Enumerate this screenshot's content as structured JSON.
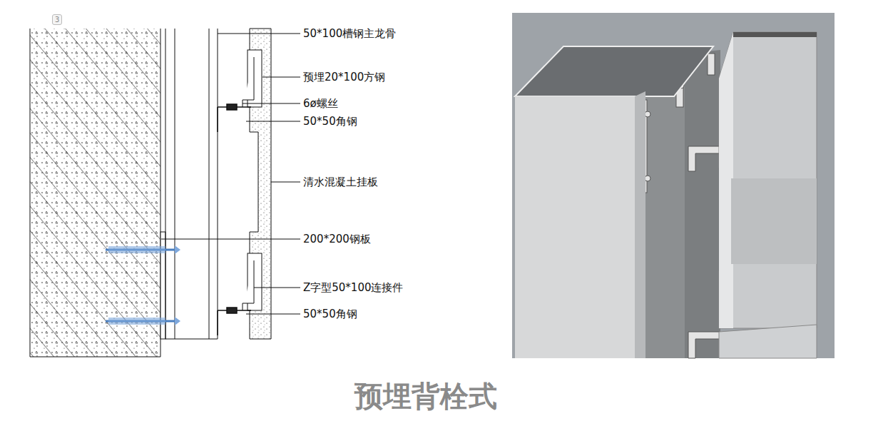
{
  "diagram": {
    "title": "预埋背栓式",
    "labels": [
      "3",
      "50*100槽钢主龙骨",
      "预埋20*100方钢",
      "6ø螺丝",
      "50*50角钢",
      "清水混凝土挂板",
      "200*200钢板",
      "Z字型50*100连接件",
      "50*50角钢"
    ]
  }
}
